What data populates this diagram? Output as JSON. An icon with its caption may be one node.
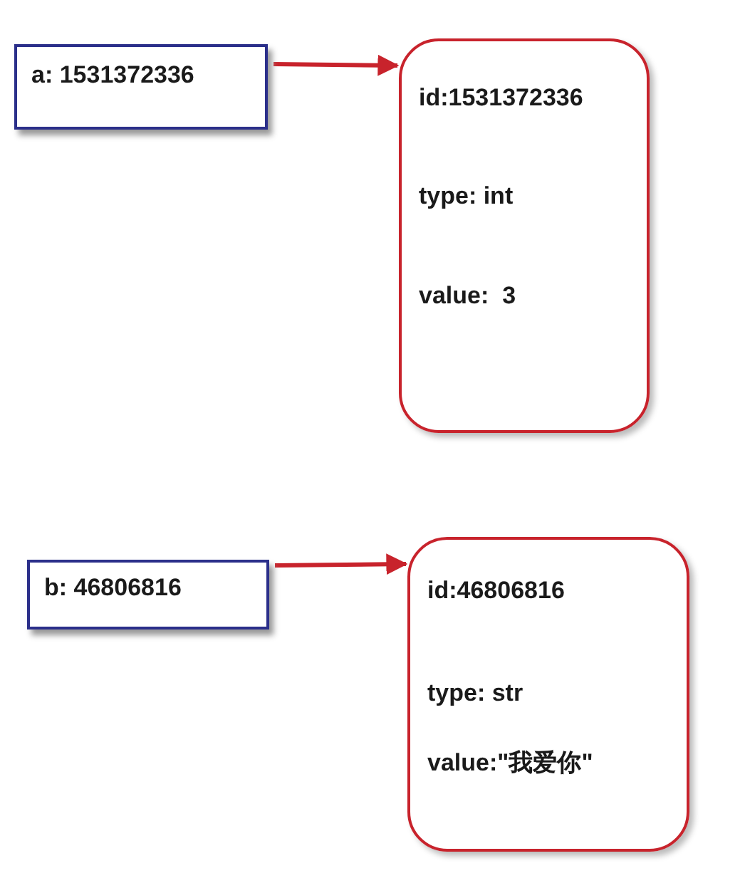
{
  "diagram": {
    "nodes": [
      {
        "text": [
          "a: 1531372336"
        ]
      },
      {
        "text": [
          "id:1531372336",
          "type: int",
          "value:  3"
        ]
      },
      {
        "text": [
          "b: 46806816"
        ]
      },
      {
        "text": [
          "id:46806816",
          "type: str",
          "value:\"我爱你\""
        ]
      }
    ],
    "edges": [
      {
        "from": 0,
        "to": 1,
        "arrow": "to"
      },
      {
        "from": 2,
        "to": 3,
        "arrow": "to"
      }
    ]
  }
}
